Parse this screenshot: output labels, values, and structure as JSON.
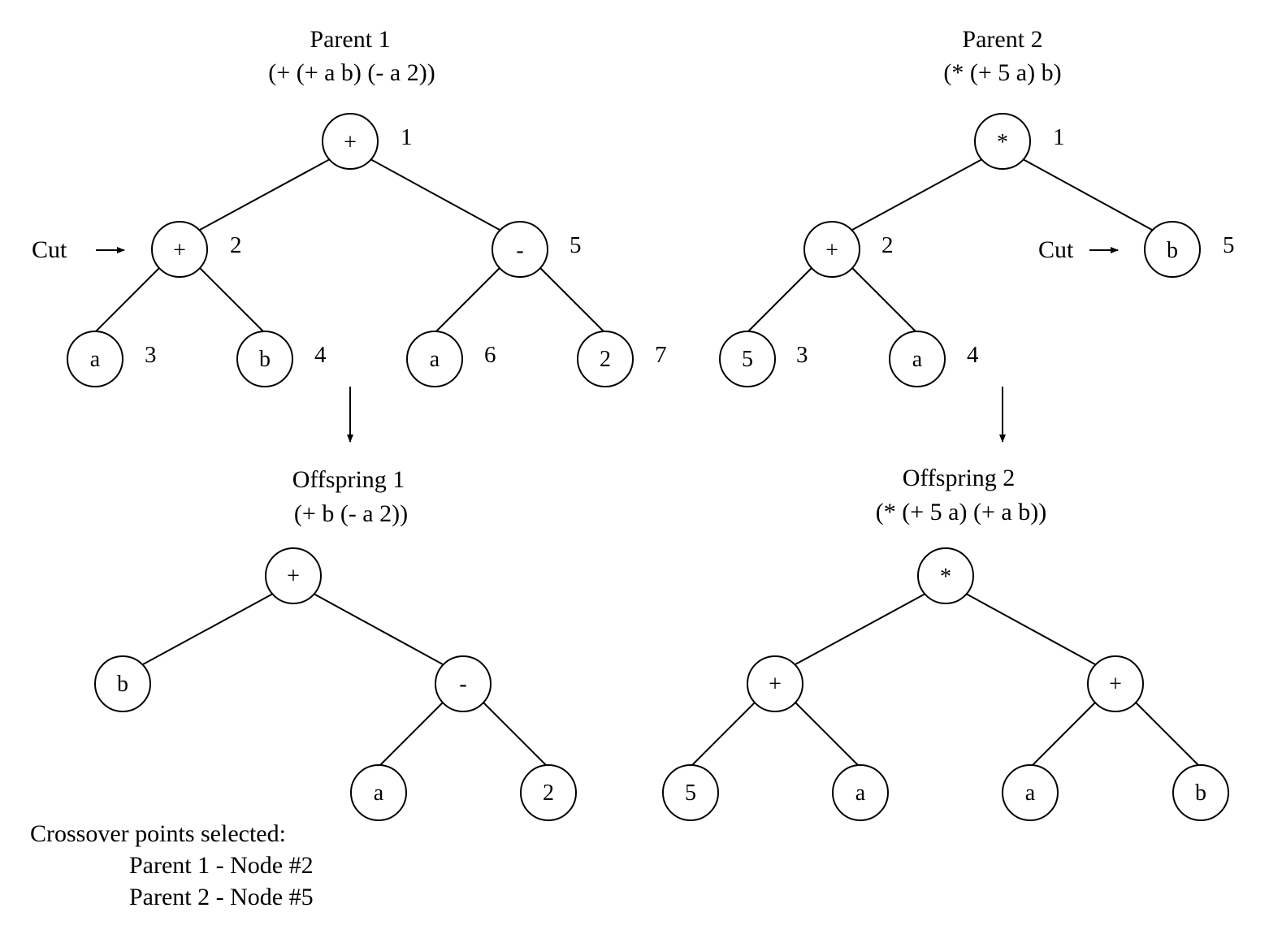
{
  "parent1": {
    "title": "Parent 1",
    "expr": "(+ (+ a b) (- a 2))",
    "nodes": [
      {
        "label": "+",
        "num": "1"
      },
      {
        "label": "+",
        "num": "2"
      },
      {
        "label": "a",
        "num": "3"
      },
      {
        "label": "b",
        "num": "4"
      },
      {
        "label": "-",
        "num": "5"
      },
      {
        "label": "a",
        "num": "6"
      },
      {
        "label": "2",
        "num": "7"
      }
    ],
    "cut_label": "Cut"
  },
  "parent2": {
    "title": "Parent 2",
    "expr": "(* (+ 5 a) b)",
    "nodes": [
      {
        "label": "*",
        "num": "1"
      },
      {
        "label": "+",
        "num": "2"
      },
      {
        "label": "5",
        "num": "3"
      },
      {
        "label": "a",
        "num": "4"
      },
      {
        "label": "b",
        "num": "5"
      }
    ],
    "cut_label": "Cut"
  },
  "offspring1": {
    "title": "Offspring 1",
    "expr": "(+ b (- a 2))",
    "nodes": [
      {
        "label": "+"
      },
      {
        "label": "b"
      },
      {
        "label": "-"
      },
      {
        "label": "a"
      },
      {
        "label": "2"
      }
    ]
  },
  "offspring2": {
    "title": "Offspring 2",
    "expr": "(* (+ 5 a) (+ a b))",
    "nodes": [
      {
        "label": "*"
      },
      {
        "label": "+"
      },
      {
        "label": "5"
      },
      {
        "label": "a"
      },
      {
        "label": "+"
      },
      {
        "label": "a"
      },
      {
        "label": "b"
      }
    ]
  },
  "crossover": {
    "heading": "Crossover points selected:",
    "lines": [
      "Parent 1 - Node #2",
      "Parent 2 - Node #5"
    ]
  }
}
